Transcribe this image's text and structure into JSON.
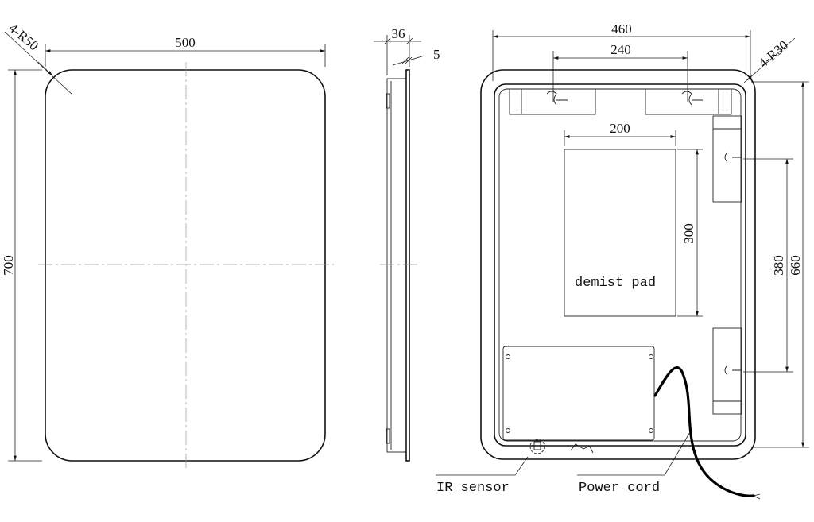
{
  "front_view": {
    "width_dim": "500",
    "height_dim": "700",
    "corner_radius": "4-R50"
  },
  "side_view": {
    "depth_dim": "36",
    "glass_dim": "5"
  },
  "back_view": {
    "width_dim": "460",
    "bracket_span_dim": "240",
    "pad_width_dim": "200",
    "pad_height_dim": "300",
    "side_bracket_span_dim": "380",
    "height_dim": "660",
    "corner_radius": "4-R30",
    "pad_label": "demist pad"
  },
  "callouts": {
    "ir_sensor": "IR sensor",
    "power_cord": "Power cord"
  }
}
